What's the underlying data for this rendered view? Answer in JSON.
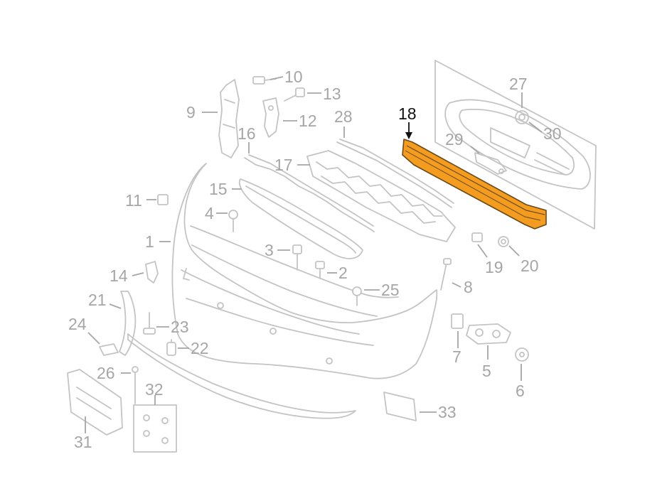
{
  "diagram": {
    "highlight_color": "#f39c1f",
    "highlight_outline": "#6a4a1a",
    "line_color": "#c4c4c4",
    "label_color": "#a6a6a6",
    "highlight_label_color": "#111111",
    "highlighted_part": "18",
    "callouts": {
      "c1": "1",
      "c2": "2",
      "c3": "3",
      "c4": "4",
      "c5": "5",
      "c6": "6",
      "c7": "7",
      "c8": "8",
      "c9": "9",
      "c10": "10",
      "c11": "11",
      "c12": "12",
      "c13": "13",
      "c14": "14",
      "c15": "15",
      "c16": "16",
      "c17": "17",
      "c18": "18",
      "c19": "19",
      "c20": "20",
      "c21": "21",
      "c22": "22",
      "c23": "23",
      "c24": "24",
      "c25": "25",
      "c26": "26",
      "c27": "27",
      "c28": "28",
      "c29": "29",
      "c30": "30",
      "c31": "31",
      "c32": "32",
      "c33": "33"
    }
  }
}
